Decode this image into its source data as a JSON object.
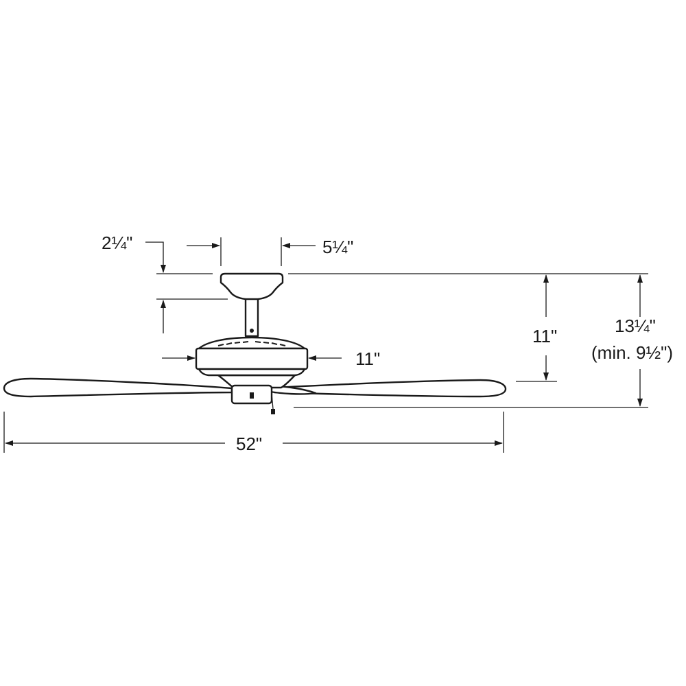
{
  "dimensions": {
    "canopy_height": "2¼\"",
    "canopy_width": "5¼\"",
    "motor_width": "11\"",
    "fan_height": "11\"",
    "overall_height": "13¼\"",
    "overall_height_min": "(min. 9½\")",
    "blade_span": "52\""
  },
  "colors": {
    "line": "#1a1a1a",
    "background": "#ffffff"
  }
}
